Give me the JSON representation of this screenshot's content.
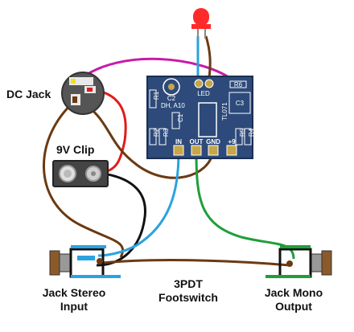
{
  "labels": {
    "dc_jack": "DC Jack",
    "clip_9v": "9V Clip",
    "jack_stereo_line1": "Jack Stereo",
    "jack_stereo_line2": "Input",
    "footswitch_line1": "3PDT",
    "footswitch_line2": "Footswitch",
    "jack_mono_line1": "Jack Mono",
    "jack_mono_line2": "Output"
  },
  "pcb": {
    "pads": {
      "in": "IN",
      "out": "OUT",
      "gnd": "GND",
      "plus": "+9"
    },
    "components": {
      "r1": "R1",
      "r2": "R2",
      "r3": "R3",
      "r4": "R4",
      "r5": "R5",
      "r6": "R6",
      "c1": "C1",
      "c2": "C2",
      "c3": "C3",
      "led": "LED",
      "ic": "TL071",
      "diode": "DH, A10"
    }
  },
  "colors": {
    "pcb": "#2d4a7a",
    "wire_red": "#e11b1b",
    "wire_black": "#111111",
    "wire_brown": "#6b3a12",
    "wire_magenta": "#c81aa8",
    "wire_blue": "#2aa3e0",
    "wire_green": "#1f9e3a",
    "led": "#ff2a2a"
  }
}
